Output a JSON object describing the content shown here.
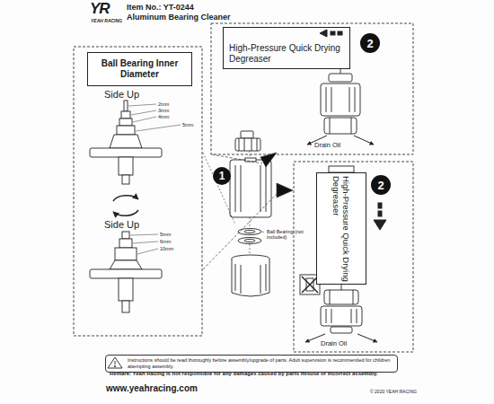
{
  "diagram": {
    "title": "Aluminum Bearing Cleaner",
    "nodes": [
      {
        "text": [
          "Ball Bearing Inner Diameter"
        ]
      },
      {
        "text": [
          "1"
        ]
      },
      {
        "text": [
          "High-Pressure Quick Drying Degreaser"
        ]
      },
      {
        "text": [
          "2"
        ]
      },
      {
        "text": [
          "High-Pressure Quick Drying Degreaser"
        ]
      },
      {
        "text": [
          "2"
        ]
      },
      {
        "text": [
          "Instructions should be read thoroughly before assembly/upgrade of parts. Adult supervision is recommended for children attempting assembly."
        ]
      }
    ],
    "labels": [
      "YR",
      "YEAH RACING",
      "Item No.: YT-0244",
      "Side Up",
      "2mm",
      "3mm",
      "4mm",
      "5mm",
      "Side Up",
      "5mm",
      "6mm",
      "10mm",
      "Ball Bearing (not included)",
      "Drain Oil",
      "Drain Oil",
      "Remark: Yeah Racing is not responsible for any damages caused by parts misuse or incorrect assembly.",
      "www.yeahracing.com",
      "© 2020 YEAH RACING"
    ]
  }
}
